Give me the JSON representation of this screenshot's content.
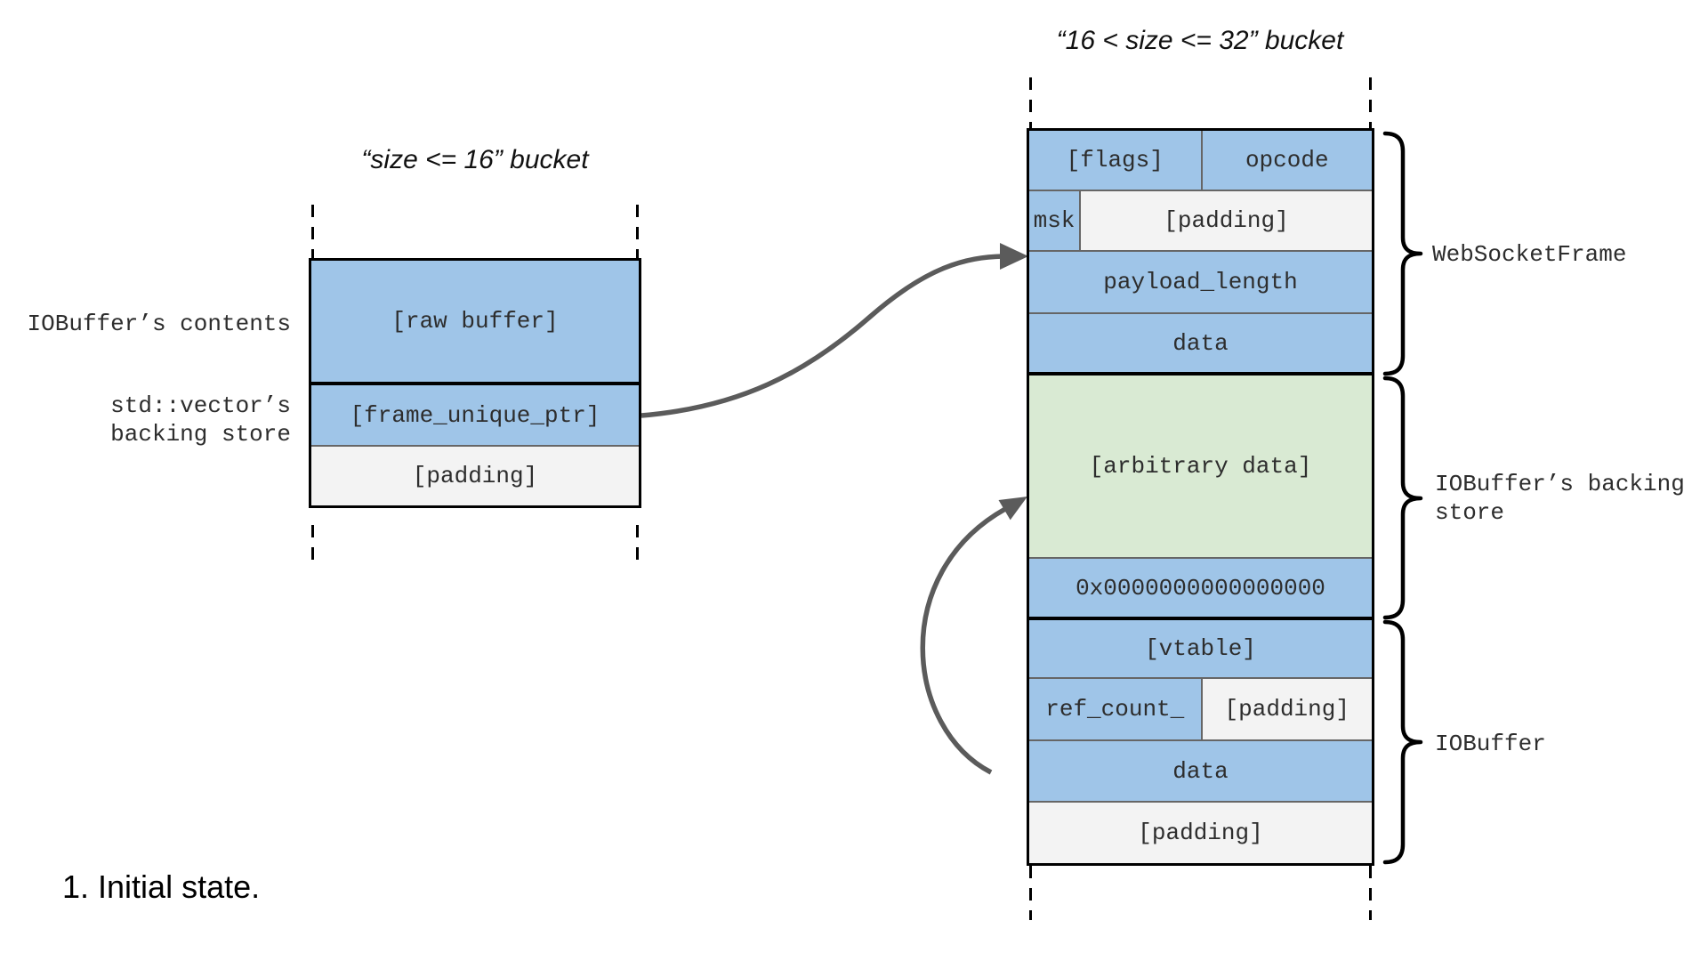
{
  "page": {
    "step_label": "1. Initial state."
  },
  "left_bucket": {
    "title": "“size <= 16” bucket",
    "side_labels": {
      "contents": "IOBuffer’s contents",
      "backing_line1": "std::vector’s",
      "backing_line2": "backing store"
    },
    "cells": {
      "raw_buffer": "[raw buffer]",
      "frame_unique_ptr": "[frame_unique_ptr]",
      "padding": "[padding]"
    }
  },
  "right_bucket": {
    "title": "“16 < size <= 32” bucket",
    "cells": {
      "flags": "[flags]",
      "opcode": "opcode",
      "msk": "msk",
      "msk_padding": "[padding]",
      "payload_length": "payload_length",
      "data_top": "data",
      "arbitrary_data": "[arbitrary data]",
      "null_pointer": "0x0000000000000000",
      "vtable": "[vtable]",
      "ref_count": "ref_count_",
      "ref_padding": "[padding]",
      "data_bottom": "data",
      "padding_bottom": "[padding]"
    }
  },
  "braces": {
    "websocketframe": "WebSocketFrame",
    "backing_line1": "IOBuffer’s backing",
    "backing_line2": "store",
    "iobuffer": "IOBuffer"
  },
  "colors": {
    "blue": "#9fc5e8",
    "green": "#d9ead3",
    "padding_gray": "#f3f3f3",
    "border": "#666666",
    "arrow": "#5b5b5b"
  }
}
